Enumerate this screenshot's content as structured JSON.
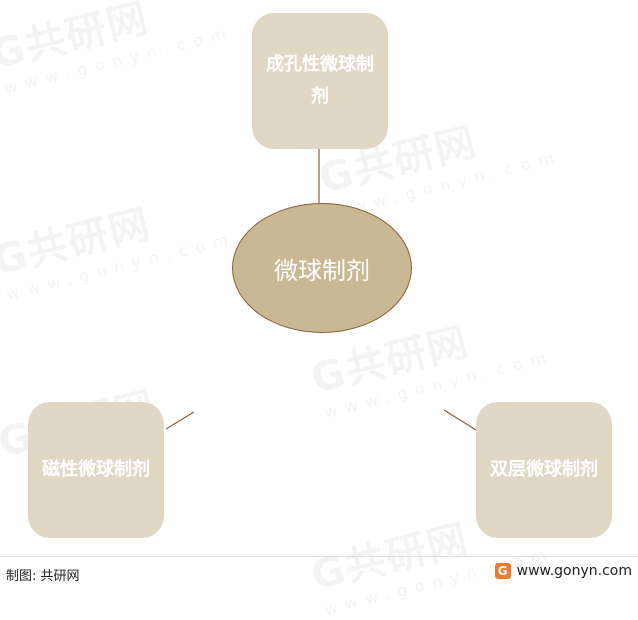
{
  "diagram": {
    "center": "微球制剂",
    "top": "成孔性微球制剂",
    "left": "磁性微球制剂",
    "right": "双层微球制剂"
  },
  "footer": {
    "source": "制图: 共研网",
    "logo_text": "www.gonyn.com",
    "logo_icon": "G"
  },
  "watermark": {
    "brand": "G共研网",
    "url": "www.gonyn.com"
  },
  "colors": {
    "box_fill": "#e0d8c5",
    "center_fill": "#c9b894",
    "connector": "#8a5f3a",
    "logo_accent": "#f07a2a"
  }
}
